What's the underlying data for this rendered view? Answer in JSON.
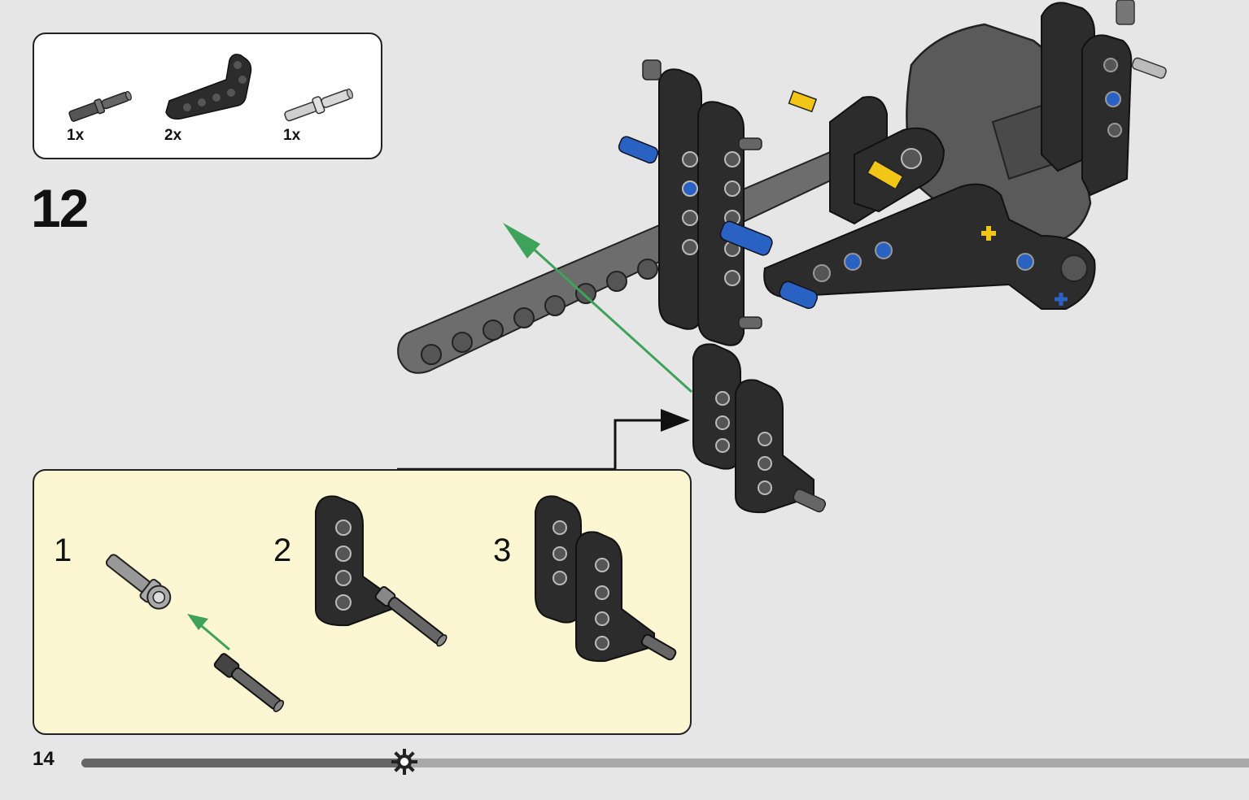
{
  "parts_list": {
    "items": [
      {
        "quantity": "1x",
        "icon": "dark-gray-axle-pin-icon"
      },
      {
        "quantity": "2x",
        "icon": "black-l-beam-icon"
      },
      {
        "quantity": "1x",
        "icon": "light-gray-pin-icon"
      }
    ]
  },
  "step": {
    "number": "12"
  },
  "substeps": [
    {
      "number": "1"
    },
    {
      "number": "2"
    },
    {
      "number": "3"
    }
  ],
  "page": {
    "number": "14"
  },
  "progress": {
    "fraction": 0.277
  },
  "colors": {
    "background": "#e6e6e6",
    "substep_background": "#fdf6d3",
    "beam_black": "#2c2c2c",
    "beam_gray": "#6d6d6d",
    "pin_blue": "#2a62c4",
    "axle_yellow": "#f2c616",
    "arrow_green": "#3fa25a"
  }
}
